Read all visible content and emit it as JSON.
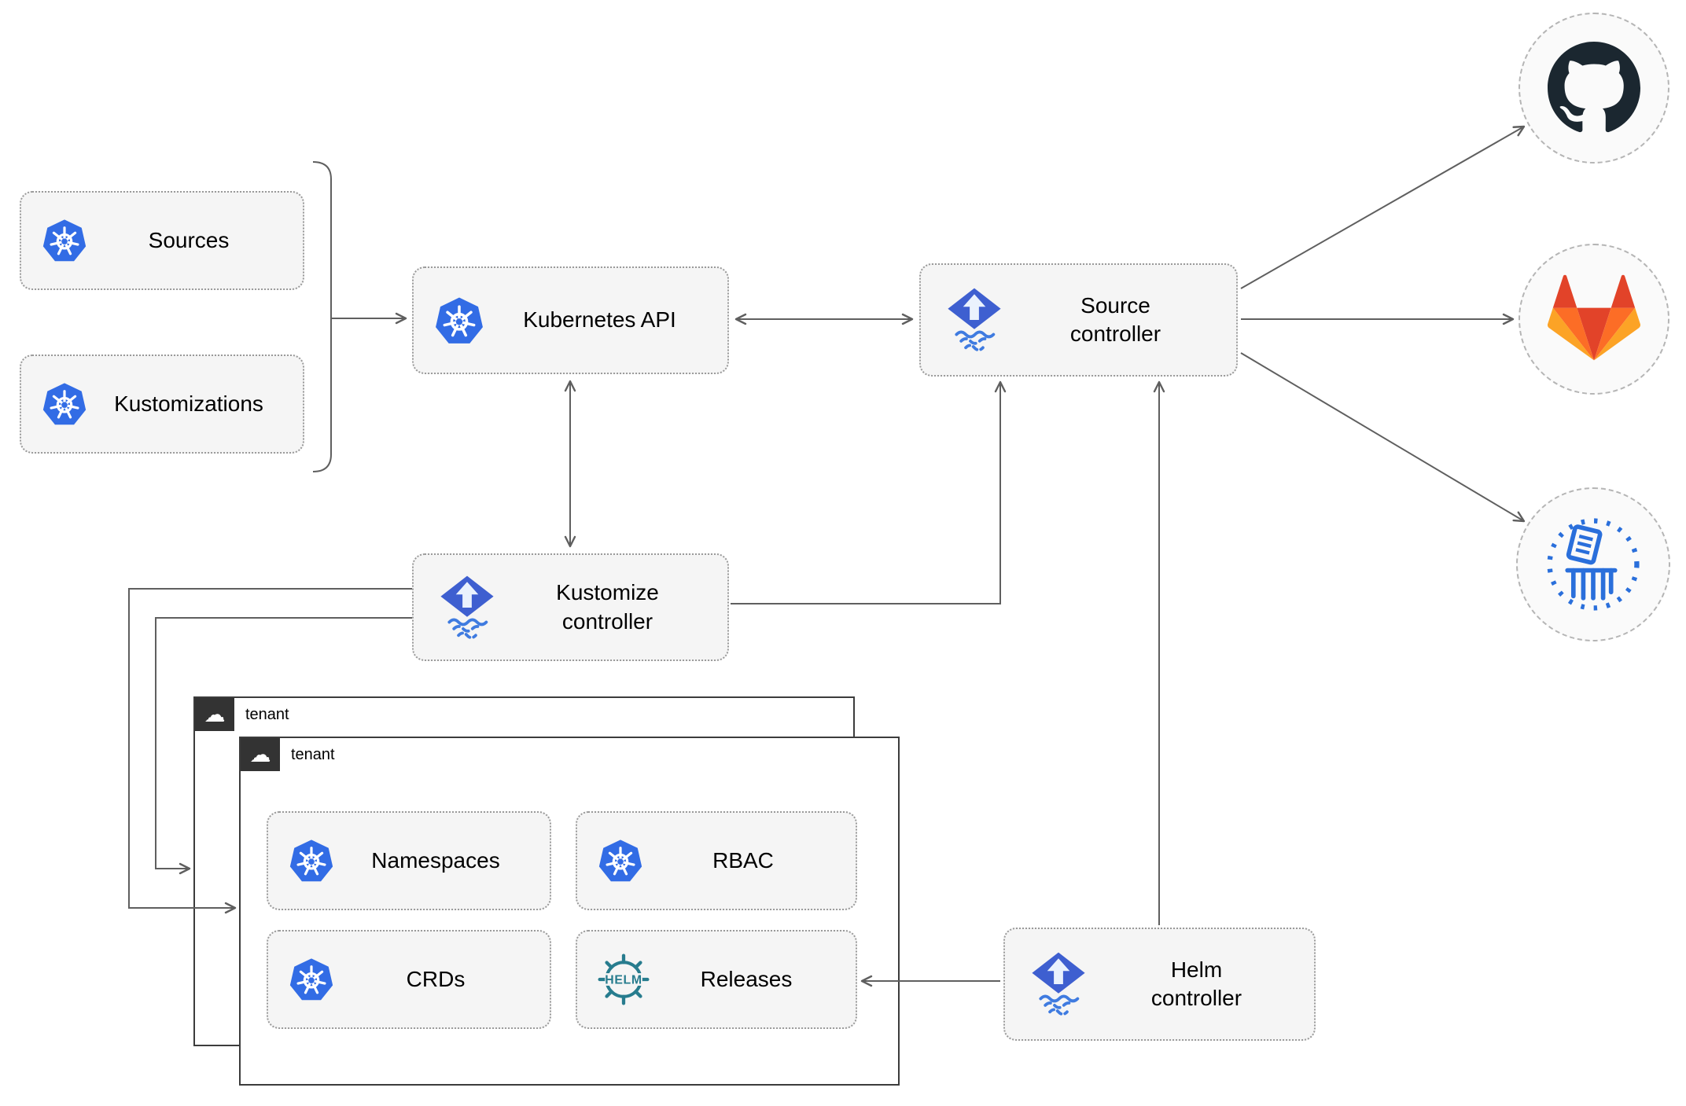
{
  "nodes": {
    "sources": {
      "label": "Sources"
    },
    "kustomizations": {
      "label": "Kustomizations"
    },
    "kubernetes_api": {
      "label": "Kubernetes API"
    },
    "source_controller": {
      "label": "Source\ncontroller"
    },
    "kustomize_controller": {
      "label": "Kustomize\ncontroller"
    },
    "helm_controller": {
      "label": "Helm\ncontroller"
    },
    "namespaces": {
      "label": "Namespaces"
    },
    "rbac": {
      "label": "RBAC"
    },
    "crds": {
      "label": "CRDs"
    },
    "releases": {
      "label": "Releases"
    }
  },
  "groups": {
    "back_tenant": {
      "label": "tenant"
    },
    "front_tenant": {
      "label": "tenant"
    }
  },
  "logos": {
    "helm_text": "HELM"
  },
  "glyphs": {
    "cloud": "☁"
  },
  "colors": {
    "kubernetes_blue": "#326ce5",
    "flux_diamond_blue": "#3e5fd0",
    "flux_wave_blue": "#3f7be0",
    "helm_teal": "#277c8e",
    "github_dark": "#1b2730",
    "gitlab_red": "#e24329",
    "gitlab_orange": "#fc6d26",
    "gitlab_yellow": "#fca326",
    "registry_blue": "#2a6fdb",
    "edge_gray": "#5f5f5f",
    "node_fill": "#f5f5f5"
  }
}
